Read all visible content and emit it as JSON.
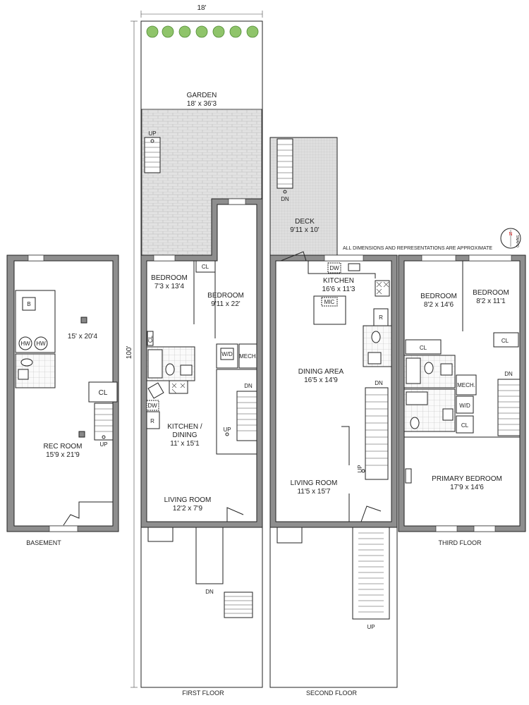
{
  "dimensions": {
    "width_label": "18'",
    "depth_label": "100'"
  },
  "note": "ALL DIMENSIONS AND REPRESENTATIONS ARE APPROXIMATE",
  "compass": {
    "north": "N",
    "brand": "SNAPO"
  },
  "basement": {
    "title": "BASEMENT",
    "rooms": [
      {
        "name": "",
        "size": "15' x 20'4"
      },
      {
        "name": "REC ROOM",
        "size": "15'9 x 21'9"
      }
    ],
    "fixtures": {
      "boiler": "B",
      "hw1": "HW",
      "hw2": "HW",
      "closet": "CL",
      "stair": "UP"
    }
  },
  "first_floor": {
    "title": "FIRST FLOOR",
    "garden": {
      "name": "GARDEN",
      "size": "18' x 36'3",
      "stair": "UP"
    },
    "rooms": [
      {
        "name": "BEDROOM",
        "size": "7'3 x 13'4"
      },
      {
        "name": "BEDROOM",
        "size": "9'11 x 22'"
      },
      {
        "name": "KITCHEN /",
        "name2": "DINING",
        "size": "11' x 15'1"
      },
      {
        "name": "LIVING ROOM",
        "size": "12'2 x 7'9"
      }
    ],
    "fixtures": {
      "closet1": "CL",
      "closet2": "CL",
      "washer_dryer": "W/D",
      "mech": "MECH.",
      "dishwasher": "DW",
      "fridge": "R",
      "stair_dn": "DN",
      "stair_up": "UP",
      "front_dn": "DN"
    }
  },
  "second_floor": {
    "title": "SECOND FLOOR",
    "deck": {
      "name": "DECK",
      "size": "9'11 x 10'",
      "stair": "DN"
    },
    "rooms": [
      {
        "name": "KITCHEN",
        "size": "16'6 x 11'3"
      },
      {
        "name": "DINING AREA",
        "size": "16'5 x 14'9"
      },
      {
        "name": "LIVING ROOM",
        "size": "11'5 x 15'7"
      }
    ],
    "fixtures": {
      "dishwasher": "DW",
      "microwave": "MIC",
      "fridge": "R",
      "stair_dn": "DN",
      "stair_up": "UP",
      "front_up": "UP"
    }
  },
  "third_floor": {
    "title": "THIRD FLOOR",
    "rooms": [
      {
        "name": "BEDROOM",
        "size": "8'2 x 14'6"
      },
      {
        "name": "BEDROOM",
        "size": "8'2 x 11'1"
      },
      {
        "name": "PRIMARY BEDROOM",
        "size": "17'9 x 14'6"
      }
    ],
    "fixtures": {
      "closet1": "CL",
      "closet2": "CL",
      "closet3": "CL",
      "mech": "MECH.",
      "washer_dryer": "W/D",
      "stair_dn": "DN"
    }
  },
  "colors": {
    "wall": "#8e8e8e",
    "hedge": "#7fbf5a",
    "paver": "#d9d9d9"
  }
}
